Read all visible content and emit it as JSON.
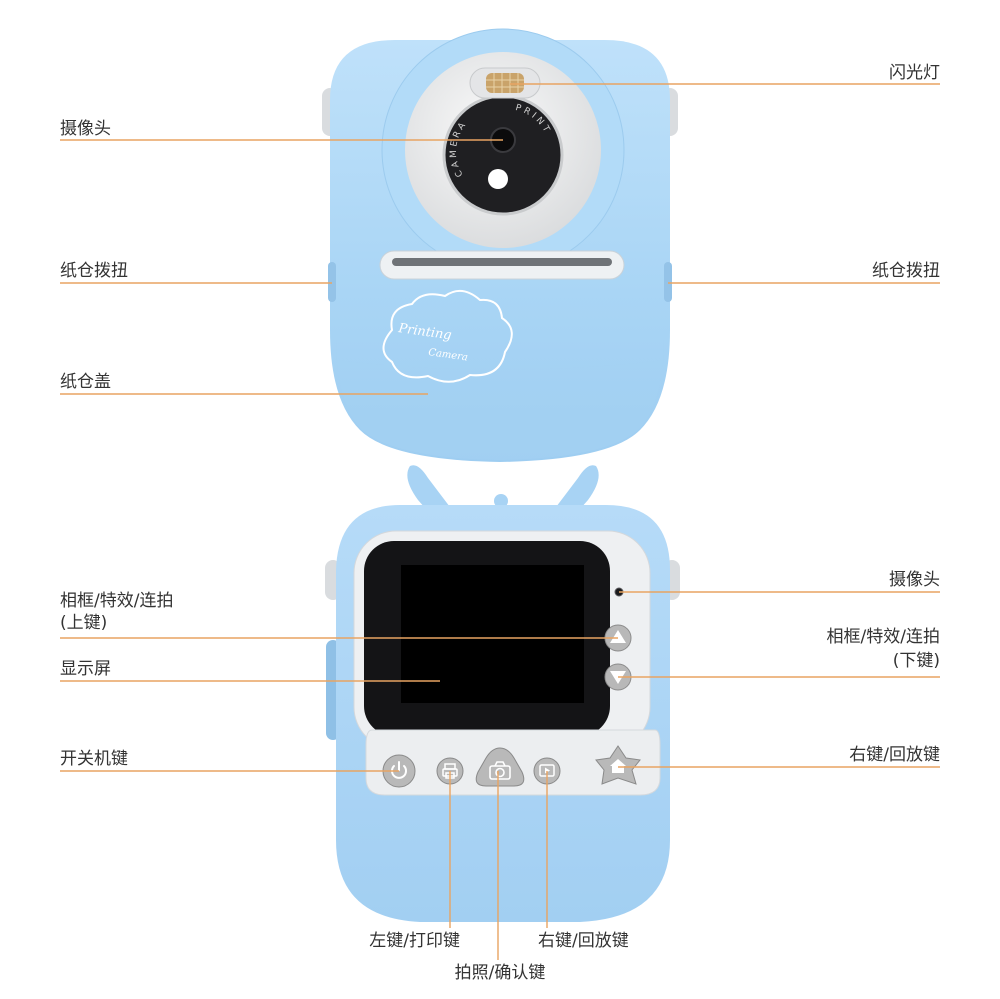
{
  "colors": {
    "body": "#aed8f7",
    "body_dark": "#8ec2ea",
    "leader": "#e8a462",
    "lens_ring": "#e9e9ea",
    "lens": "#1f1f22",
    "screen": "#0f0f10",
    "panel": "#eceef0",
    "button": "#b9b9b9"
  },
  "front": {
    "lens_text_left": "CAMERA",
    "lens_text_right": "PRINT",
    "cloud_text_1": "Printing",
    "cloud_text_2": "Camera"
  },
  "labels": {
    "flash": "闪光灯",
    "front_camera": "摄像头",
    "knob_left": "纸仓拨扭",
    "knob_right": "纸仓拨扭",
    "paper_cover": "纸仓盖",
    "up_key_line1": "相框/特效/连拍",
    "up_key_line2": "(上键)",
    "rear_camera": "摄像头",
    "down_key_line1": "相框/特效/连拍",
    "down_key_line2": "(下键)",
    "display": "显示屏",
    "power": "开关机键",
    "right_key_home": "右键/回放键",
    "left_key": "左键/打印键",
    "shutter_key": "拍照/确认键",
    "right_key_bottom": "右键/回放键"
  },
  "icons": {
    "power": "power-icon",
    "print": "printer-icon",
    "shutter": "camera-icon",
    "playback": "play-icon",
    "home": "home-icon",
    "up": "triangle-up-icon",
    "down": "triangle-down-icon"
  }
}
